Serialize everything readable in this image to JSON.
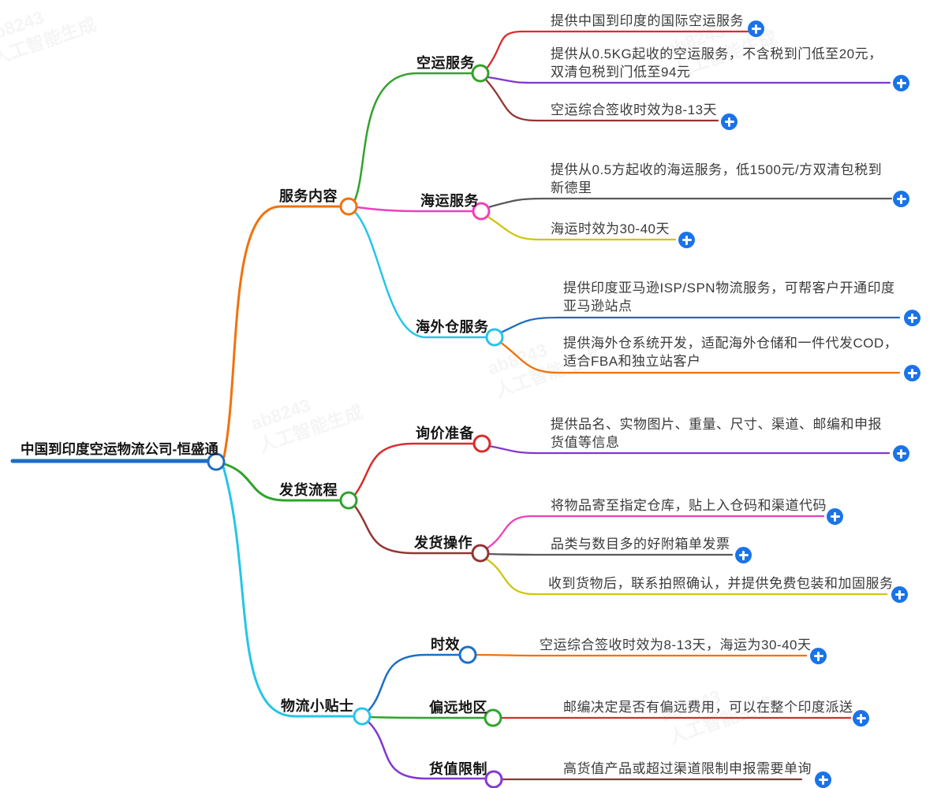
{
  "root": {
    "label": "中国到印度空运物流公司-恒盛通"
  },
  "branches": [
    {
      "label": "服务内容",
      "children": [
        {
          "label": "空运服务",
          "leaves": [
            {
              "text": "提供中国到印度的国际空运服务"
            },
            {
              "text": "提供从0.5KG起收的空运服务，不含税到门低至20元，双清包税到门低至94元"
            },
            {
              "text": "空运综合签收时效为8-13天"
            }
          ]
        },
        {
          "label": "海运服务",
          "leaves": [
            {
              "text": "提供从0.5方起收的海运服务，低1500元/方双清包税到新德里"
            },
            {
              "text": "海运时效为30-40天"
            }
          ]
        },
        {
          "label": "海外仓服务",
          "leaves": [
            {
              "text": "提供印度亚马逊ISP/SPN物流服务，可帮客户开通印度亚马逊站点"
            },
            {
              "text": "提供海外仓系统开发，适配海外仓储和一件代发COD，适合FBA和独立站客户"
            }
          ]
        }
      ]
    },
    {
      "label": "发货流程",
      "children": [
        {
          "label": "询价准备",
          "leaves": [
            {
              "text": "提供品名、实物图片、重量、尺寸、渠道、邮编和申报货值等信息"
            }
          ]
        },
        {
          "label": "发货操作",
          "leaves": [
            {
              "text": "将物品寄至指定仓库，贴上入仓码和渠道代码"
            },
            {
              "text": "品类与数目多的好附箱单发票"
            },
            {
              "text": "收到货物后，联系拍照确认，并提供免费包装和加固服务"
            }
          ]
        }
      ]
    },
    {
      "label": "物流小贴士",
      "children": [
        {
          "label": "时效",
          "leaves": [
            {
              "text": "空运综合签收时效为8-13天，海运为30-40天"
            }
          ]
        },
        {
          "label": "偏远地区",
          "leaves": [
            {
              "text": "邮编决定是否有偏远费用，可以在整个印度派送"
            }
          ]
        },
        {
          "label": "货值限制",
          "leaves": [
            {
              "text": "高货值产品或超过渠道限制申报需要单询"
            }
          ]
        }
      ]
    }
  ],
  "watermark": {
    "line1": "ab8243",
    "line2": "人工智能生成"
  },
  "colors": {
    "root_blue": "#1f6dc1",
    "orange": "#f0720d",
    "green": "#2fa32b",
    "cyan": "#25c5e8",
    "magenta": "#ee3fbd",
    "red": "#d92b2b",
    "dark_red": "#943434",
    "purple": "#8136d0",
    "blue": "#1d6ec4",
    "yellow": "#d0c513",
    "gray": "#5a5a5a",
    "expand_icon_blue": "#1a73e8",
    "text_dark": "#141414",
    "leaf_text": "#3a3a3a"
  }
}
